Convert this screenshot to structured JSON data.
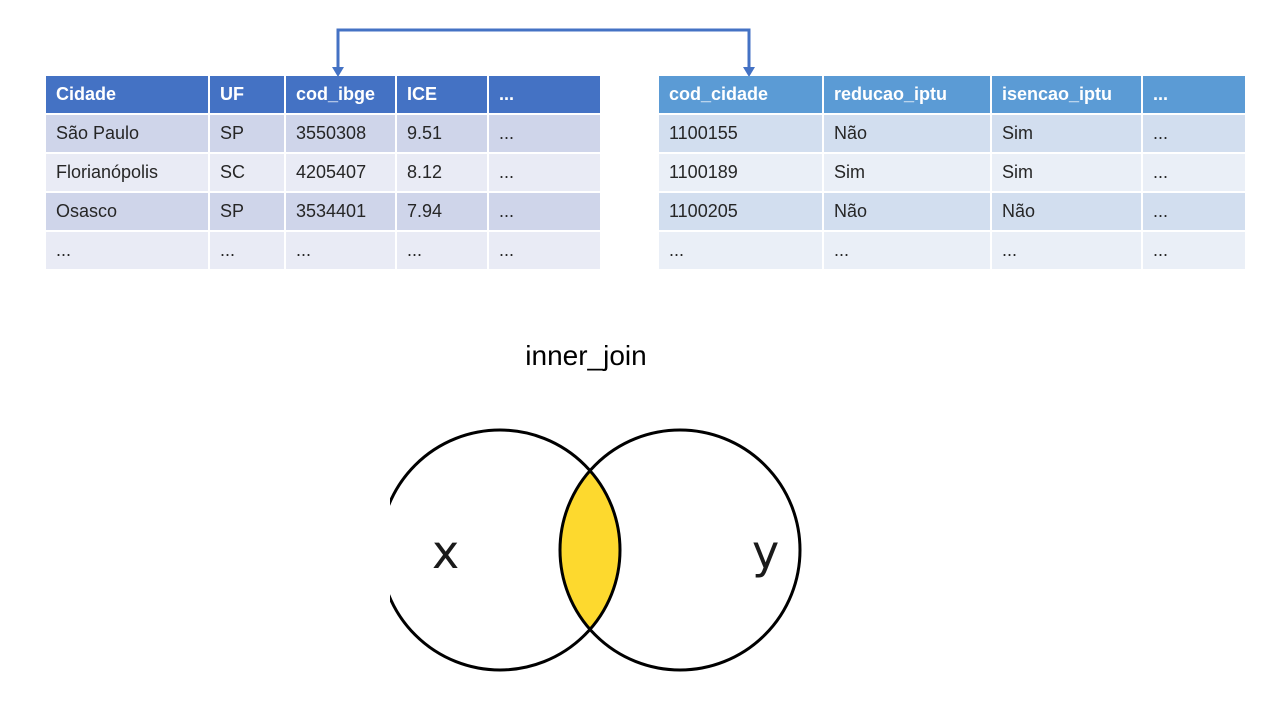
{
  "left_table": {
    "headers": [
      "Cidade",
      "UF",
      "cod_ibge",
      "ICE",
      "..."
    ],
    "rows": [
      [
        "São Paulo",
        "SP",
        "3550308",
        "9.51",
        "..."
      ],
      [
        "Florianópolis",
        "SC",
        "4205407",
        "8.12",
        "..."
      ],
      [
        "Osasco",
        "SP",
        "3534401",
        "7.94",
        "..."
      ],
      [
        "...",
        "...",
        "...",
        "...",
        "..."
      ]
    ]
  },
  "right_table": {
    "headers": [
      "cod_cidade",
      "reducao_iptu",
      "isencao_iptu",
      "..."
    ],
    "rows": [
      [
        "1100155",
        "Não",
        "Sim",
        "..."
      ],
      [
        "1100189",
        "Sim",
        "Sim",
        "..."
      ],
      [
        "1100205",
        "Não",
        "Não",
        "..."
      ],
      [
        "...",
        "...",
        "...",
        "..."
      ]
    ]
  },
  "join": {
    "label": "inner_join",
    "set_x": "x",
    "set_y": "y",
    "intersection_color": "#fdd92e",
    "connector_color": "#4472c4"
  }
}
